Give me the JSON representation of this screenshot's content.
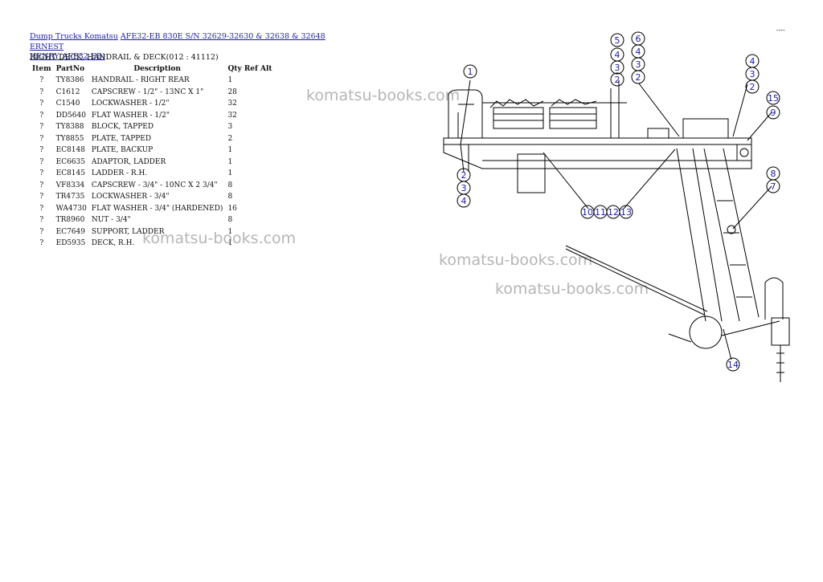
{
  "top_right_mark": "----",
  "breadcrumb": {
    "link1": "Dump Trucks Komatsu",
    "link2": "AFE32-EB 830E S/N 32629-32630 & 32638 & 32648 ERNEST",
    "link3": "HENRY(AFE32-EB)"
  },
  "section_title": "RIGHT DECK, HANDRAIL & DECK(012 : 41112)",
  "table": {
    "headers": [
      "Item",
      "PartNo",
      "Description",
      "Qty Ref Alt"
    ],
    "rows": [
      {
        "item": "?",
        "part": "TY8386",
        "desc": "HANDRAIL - RIGHT REAR",
        "qty": "1"
      },
      {
        "item": "?",
        "part": "C1612",
        "desc": "CAPSCREW - 1/2\" - 13NC X 1\"",
        "qty": "28"
      },
      {
        "item": "?",
        "part": "C1540",
        "desc": "LOCKWASHER - 1/2\"",
        "qty": "32"
      },
      {
        "item": "?",
        "part": "DD5640",
        "desc": "FLAT WASHER - 1/2\"",
        "qty": "32"
      },
      {
        "item": "?",
        "part": "TY8388",
        "desc": "BLOCK, TAPPED",
        "qty": "3"
      },
      {
        "item": "?",
        "part": "TY8855",
        "desc": "PLATE, TAPPED",
        "qty": "2"
      },
      {
        "item": "?",
        "part": "EC8148",
        "desc": "PLATE, BACKUP",
        "qty": "1"
      },
      {
        "item": "?",
        "part": "EC6635",
        "desc": "ADAPTOR, LADDER",
        "qty": "1"
      },
      {
        "item": "?",
        "part": "EC8145",
        "desc": "LADDER - R.H.",
        "qty": "1"
      },
      {
        "item": "?",
        "part": "VF8334",
        "desc": "CAPSCREW - 3/4\" - 10NC X 2 3/4\"",
        "qty": "8"
      },
      {
        "item": "?",
        "part": "TR4735",
        "desc": "LOCKWASHER - 3/4\"",
        "qty": "8"
      },
      {
        "item": "?",
        "part": "WA4730",
        "desc": "FLAT WASHER - 3/4\" (HARDENED)",
        "qty": "16"
      },
      {
        "item": "?",
        "part": "TR8960",
        "desc": "NUT - 3/4\"",
        "qty": "8"
      },
      {
        "item": "?",
        "part": "EC7649",
        "desc": "SUPPORT, LADDER",
        "qty": "1"
      },
      {
        "item": "?",
        "part": "ED5935",
        "desc": "DECK, R.H.",
        "qty": "1"
      }
    ]
  },
  "watermarks": [
    "komatsu-books.com",
    "komatsu-books.com",
    "komatsu-books.com",
    "komatsu-books.com"
  ],
  "callouts": [
    "1",
    "5",
    "4",
    "3",
    "2",
    "6",
    "4",
    "3",
    "2",
    "4",
    "3",
    "2",
    "15",
    "9",
    "2",
    "3",
    "4",
    "10",
    "11",
    "12",
    "13",
    "8",
    "7",
    "14"
  ]
}
